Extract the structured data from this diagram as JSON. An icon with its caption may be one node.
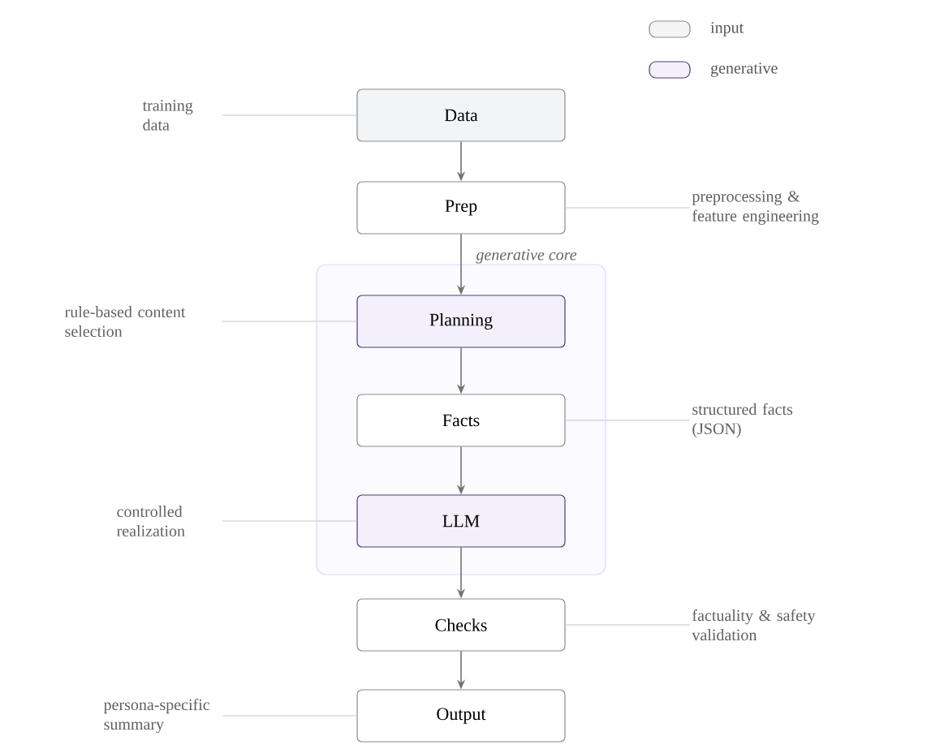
{
  "diagram": {
    "nodes": [
      {
        "text": [
          "Data"
        ]
      },
      {
        "text": [
          "Prep"
        ]
      },
      {
        "text": [
          "generative core"
        ]
      },
      {
        "text": [
          "Planning"
        ],
        "in": 2
      },
      {
        "text": [
          "Facts"
        ],
        "in": 2
      },
      {
        "text": [
          "LLM"
        ],
        "in": 2
      },
      {
        "text": [
          "Checks"
        ]
      },
      {
        "text": [
          "Output"
        ]
      },
      {
        "text": [
          "training data"
        ]
      },
      {
        "text": [
          "preprocessing & feature engineering"
        ]
      },
      {
        "text": [
          "rule-based content selection"
        ]
      },
      {
        "text": [
          "structured facts (JSON)"
        ]
      },
      {
        "text": [
          "controlled realization"
        ]
      },
      {
        "text": [
          "factuality & safety validation"
        ]
      },
      {
        "text": [
          "persona-specific summary"
        ]
      }
    ],
    "edges": [
      {
        "from": 0,
        "to": 1,
        "arrow": "to",
        "color": "#737373"
      },
      {
        "from": 1,
        "to": 3,
        "arrow": "to",
        "color": "#737373"
      },
      {
        "from": 3,
        "to": 4,
        "arrow": "to",
        "color": "#737373"
      },
      {
        "from": 4,
        "to": 5,
        "arrow": "to",
        "color": "#737373"
      },
      {
        "from": 5,
        "to": 6,
        "arrow": "to",
        "color": "#737373"
      },
      {
        "from": 6,
        "to": 7,
        "arrow": "to",
        "color": "#737373"
      },
      {
        "from": 8,
        "to": 0,
        "arrow": "none"
      },
      {
        "from": 9,
        "to": 1,
        "arrow": "none"
      },
      {
        "from": 10,
        "to": 3,
        "arrow": "none"
      },
      {
        "from": 11,
        "to": 4,
        "arrow": "none"
      },
      {
        "from": 12,
        "to": 5,
        "arrow": "none"
      },
      {
        "from": 13,
        "to": 6,
        "arrow": "none"
      },
      {
        "from": 14,
        "to": 7,
        "arrow": "none"
      }
    ],
    "legend": [
      {
        "text": "input",
        "color": "#f3f4f6"
      },
      {
        "text": "generative",
        "color": "#f3f0fb"
      }
    ]
  }
}
